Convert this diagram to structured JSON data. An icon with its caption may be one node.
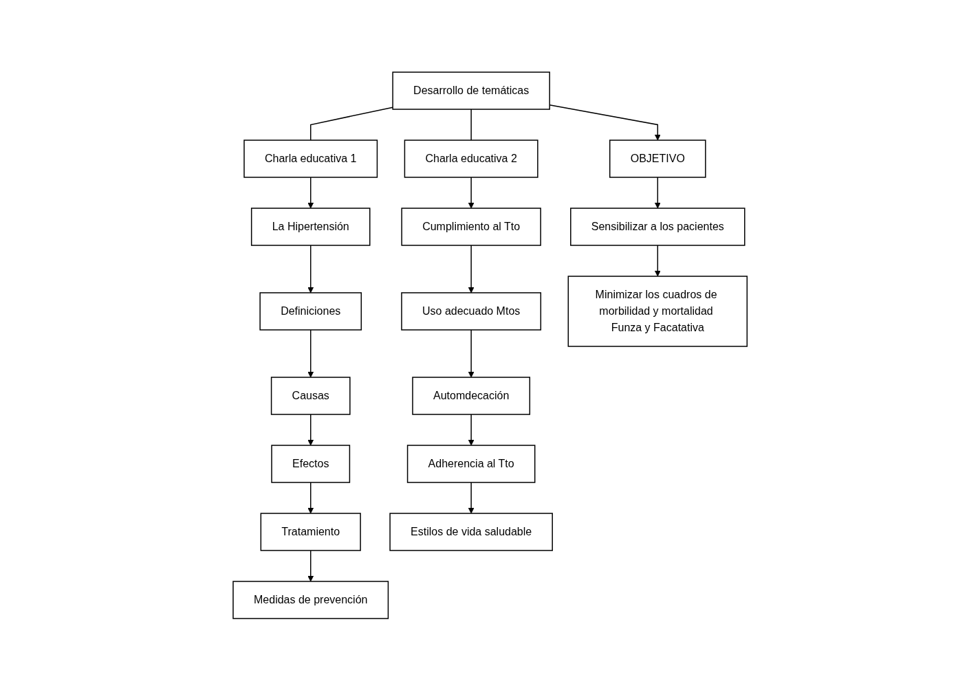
{
  "diagram": {
    "nodes": [
      {
        "text": [
          "Desarrollo de temáticas"
        ]
      },
      {
        "text": [
          "Charla educativa 1"
        ]
      },
      {
        "text": [
          "Charla educativa 2"
        ]
      },
      {
        "text": [
          "La Hipertensión"
        ]
      },
      {
        "text": [
          "OBJETIVO"
        ]
      },
      {
        "text": [
          "Cumplimiento al Tto"
        ]
      },
      {
        "text": [
          "Definiciones"
        ]
      },
      {
        "text": [
          "Sensibilizar a los pacientes"
        ]
      },
      {
        "text": [
          "Uso adecuado Mtos"
        ]
      },
      {
        "text": [
          "Causas"
        ]
      },
      {
        "text": [
          "Automdecación"
        ]
      },
      {
        "text": [
          "Minimizar los cuadros de morbilidad y mortalidad Funza y Facatativa"
        ]
      },
      {
        "text": [
          "Efectos"
        ]
      },
      {
        "text": [
          "Adherencia al Tto"
        ]
      },
      {
        "text": [
          "Tratamiento"
        ]
      },
      {
        "text": [
          "Estilos de vida saludable"
        ]
      },
      {
        "text": [
          "Medidas de prevención"
        ]
      }
    ],
    "edges": [
      {
        "from": 0,
        "to": 1,
        "arrow": "none"
      },
      {
        "from": 0,
        "to": 4,
        "arrow": "to"
      },
      {
        "from": 0,
        "to": 2,
        "arrow": "none"
      },
      {
        "from": 1,
        "to": 3,
        "arrow": "to"
      },
      {
        "from": 3,
        "to": 6,
        "arrow": "to"
      },
      {
        "from": 6,
        "to": 9,
        "arrow": "to"
      },
      {
        "from": 9,
        "to": 12,
        "arrow": "to"
      },
      {
        "from": 12,
        "to": 14,
        "arrow": "to"
      },
      {
        "from": 14,
        "to": 16,
        "arrow": "to"
      },
      {
        "from": 4,
        "to": 7,
        "arrow": "to"
      },
      {
        "from": 7,
        "to": 11,
        "arrow": "to"
      },
      {
        "from": 2,
        "to": 5,
        "arrow": "to"
      },
      {
        "from": 5,
        "to": 8,
        "arrow": "to"
      },
      {
        "from": 8,
        "to": 10,
        "arrow": "to"
      },
      {
        "from": 10,
        "to": 13,
        "arrow": "to"
      },
      {
        "from": 13,
        "to": 15,
        "arrow": "to"
      }
    ]
  }
}
